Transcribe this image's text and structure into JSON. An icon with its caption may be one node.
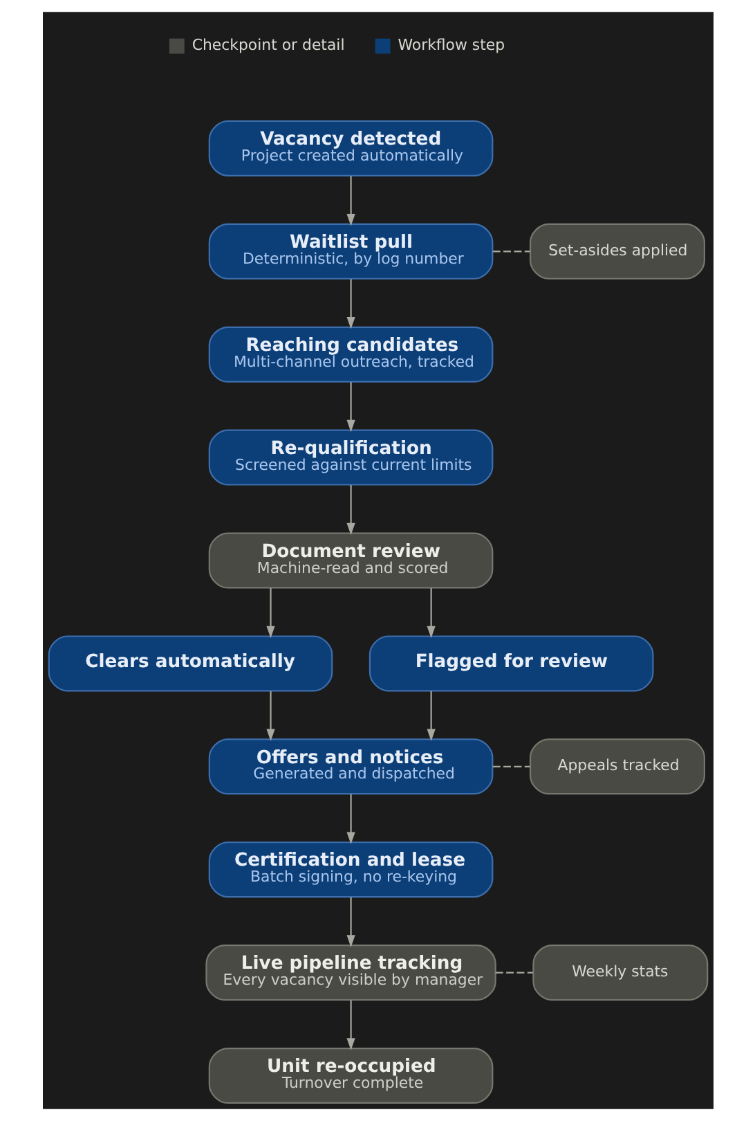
{
  "diagram": {
    "nodes": [
      {
        "text": [
          "Vacancy detected",
          "Project created automatically"
        ]
      },
      {
        "text": [
          "Waitlist pull",
          "Deterministic, by log number"
        ]
      },
      {
        "text": [
          "Set-asides applied"
        ]
      },
      {
        "text": [
          "Reaching candidates",
          "Multi-channel outreach, tracked"
        ]
      },
      {
        "text": [
          "Re-qualification",
          "Screened against current limits"
        ]
      },
      {
        "text": [
          "Document review",
          "Machine-read and scored"
        ]
      },
      {
        "text": [
          "Clears automatically"
        ]
      },
      {
        "text": [
          "Flagged for review"
        ]
      },
      {
        "text": [
          "Offers and notices",
          "Generated and dispatched"
        ]
      },
      {
        "text": [
          "Appeals tracked"
        ]
      },
      {
        "text": [
          "Certification and lease",
          "Batch signing, no re-keying"
        ]
      },
      {
        "text": [
          "Weekly stats"
        ]
      },
      {
        "text": [
          "Live pipeline tracking",
          "Every vacancy visible by manager"
        ]
      },
      {
        "text": [
          "Unit re-occupied",
          "Turnover complete"
        ]
      }
    ],
    "edges": [
      {
        "from": 0,
        "to": 1,
        "arrow": "to"
      },
      {
        "from": 1,
        "to": 2,
        "arrow": "none",
        "style": "dashed"
      },
      {
        "from": 1,
        "to": 3,
        "arrow": "to"
      },
      {
        "from": 3,
        "to": 4,
        "arrow": "to"
      },
      {
        "from": 4,
        "to": 5,
        "arrow": "to"
      },
      {
        "from": 5,
        "to": 6,
        "arrow": "to"
      },
      {
        "from": 5,
        "to": 7,
        "arrow": "to"
      },
      {
        "from": 6,
        "to": 8,
        "arrow": "to"
      },
      {
        "from": 7,
        "to": 8,
        "arrow": "to"
      },
      {
        "from": 8,
        "to": 9,
        "arrow": "none",
        "style": "dashed"
      },
      {
        "from": 8,
        "to": 10,
        "arrow": "to"
      },
      {
        "from": 10,
        "to": 12,
        "arrow": "to"
      },
      {
        "from": 12,
        "to": 11,
        "arrow": "none",
        "style": "dashed"
      },
      {
        "from": 12,
        "to": 13,
        "arrow": "to"
      }
    ],
    "legend": [
      {
        "text": "Checkpoint or detail",
        "color": "#4a4a45"
      },
      {
        "text": "Workflow step",
        "color": "#0c3f78"
      }
    ]
  }
}
